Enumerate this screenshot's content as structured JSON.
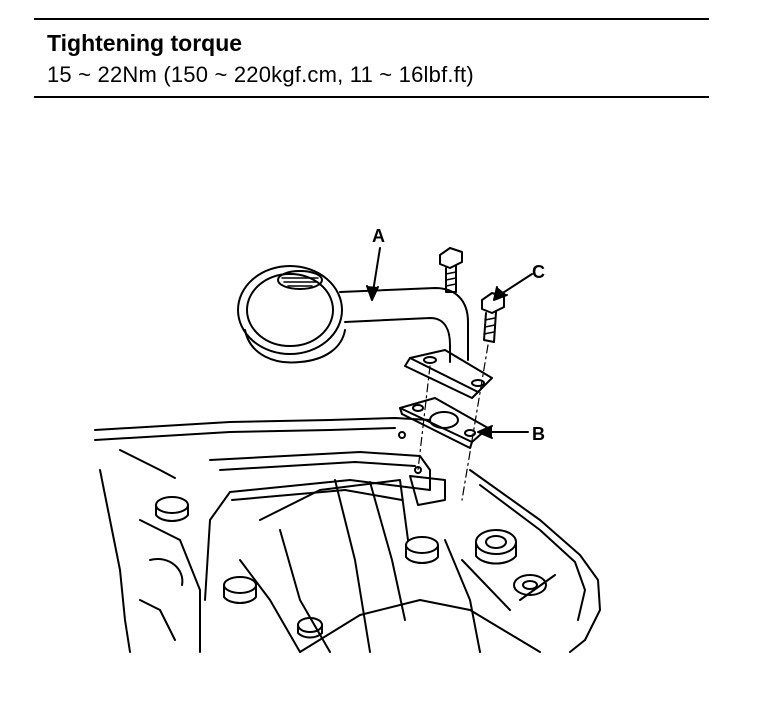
{
  "spec": {
    "title": "Tightening torque",
    "value": "15 ~ 22Nm (150 ~ 220kgf.cm, 11 ~ 16lbf.ft)"
  },
  "figure": {
    "callouts": {
      "a": "A",
      "b": "B",
      "c": "C"
    }
  }
}
